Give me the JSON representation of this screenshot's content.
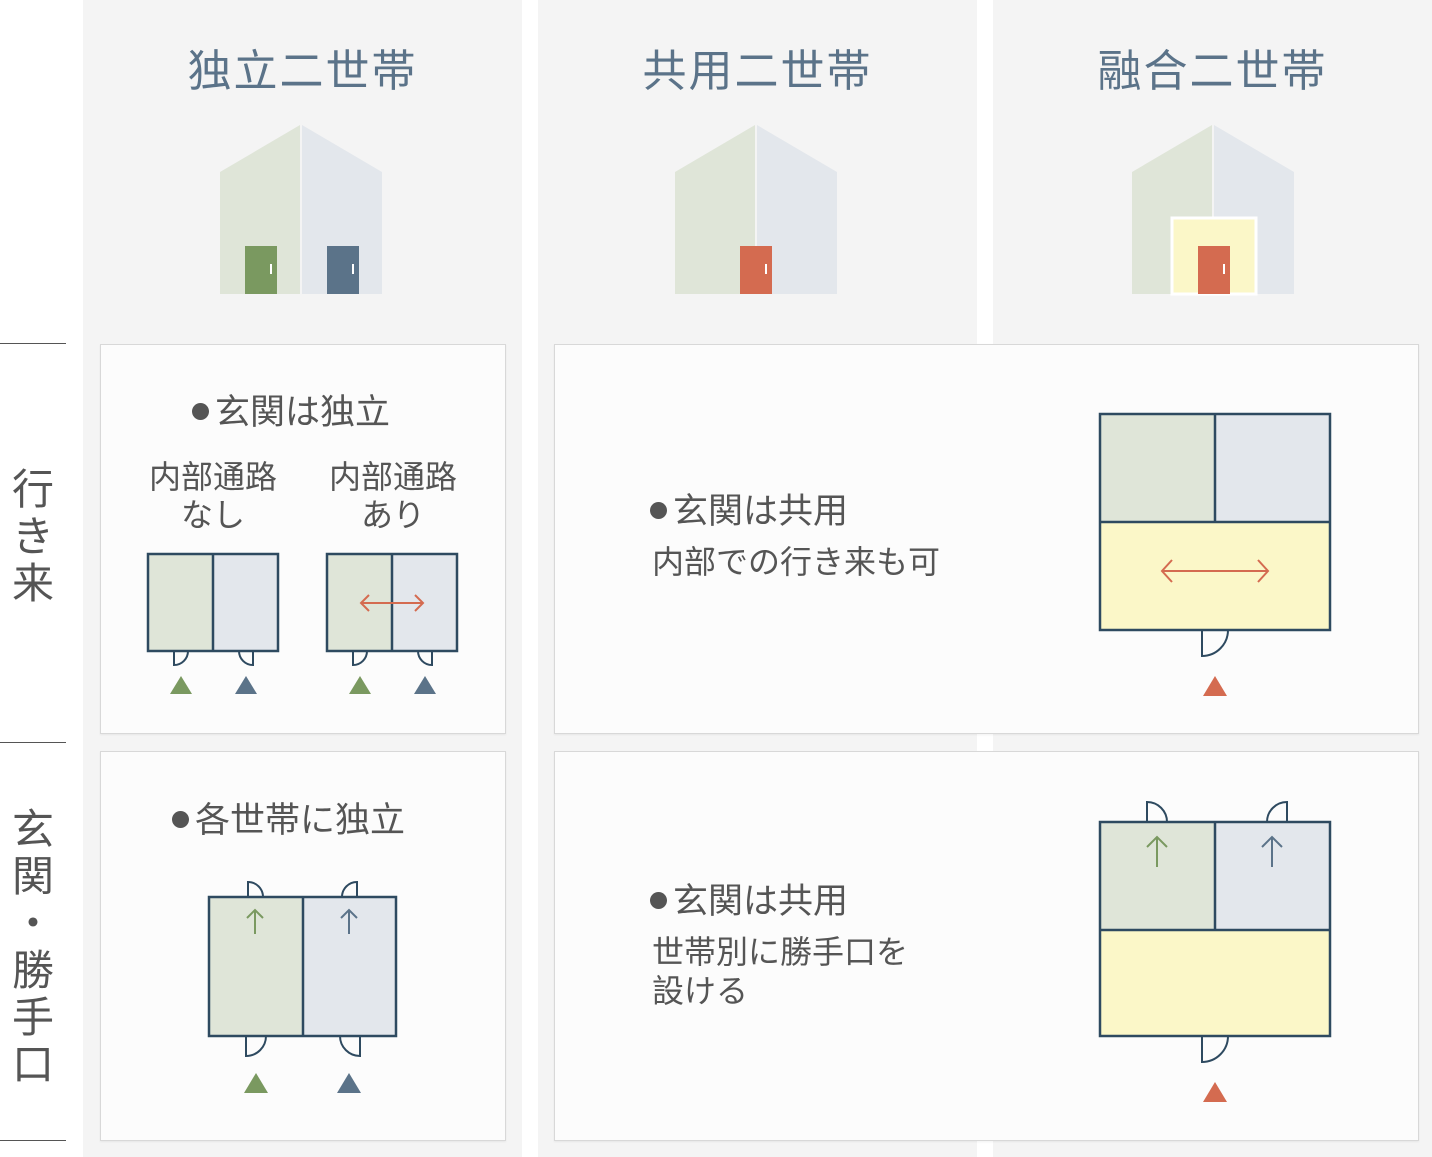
{
  "columns": [
    {
      "title": "独立二世帯",
      "house": "house-separate-doors"
    },
    {
      "title": "共用二世帯",
      "house": "house-shared-door"
    },
    {
      "title": "融合二世帯",
      "house": "house-merged-entrance"
    }
  ],
  "rows": {
    "movement": {
      "label_lines": [
        "行",
        "き",
        "来"
      ]
    },
    "entrance": {
      "label_lines": [
        "玄",
        "関",
        "・",
        "勝",
        "手",
        "口"
      ]
    }
  },
  "panels": {
    "movement_independent": {
      "bullet": "玄関は独立",
      "option_a": {
        "lines": [
          "内部通路",
          "なし"
        ]
      },
      "option_b": {
        "lines": [
          "内部通路",
          "あり"
        ]
      }
    },
    "movement_shared": {
      "bullet": "玄関は共用",
      "lines": [
        "内部での行き来も可"
      ]
    },
    "entrance_independent": {
      "bullet": "各世帯に独立"
    },
    "entrance_shared": {
      "bullet": "玄関は共用",
      "lines": [
        "世帯別に勝手口を",
        "設ける"
      ]
    }
  },
  "colors": {
    "household_a": "#dfe5d8",
    "household_b": "#e3e7ec",
    "shared_area": "#fbf7c8",
    "door_a": "#7a9960",
    "door_b": "#5b7389",
    "door_shared": "#d46b50",
    "outline": "#2e4a60",
    "title": "#5b7389"
  }
}
